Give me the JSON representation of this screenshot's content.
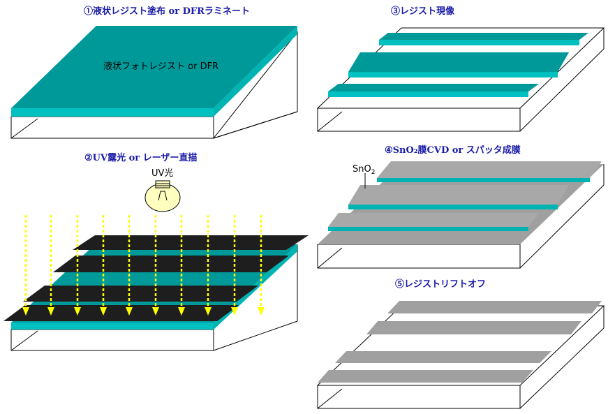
{
  "steps": [
    {
      "title": "①液状レジスト塗布 or DFRラミネート"
    },
    {
      "title": "②UV露光 or レーザー直描"
    },
    {
      "title": "③レジスト現像"
    },
    {
      "title": "④SnO₂膜CVD or スパッタ成膜"
    },
    {
      "title": "⑤レジストリフトオフ"
    }
  ],
  "labels": {
    "resist_layer": "液状フォトレジスト or DFR",
    "uv_light": "UV光",
    "sno2": "SnO",
    "sno2_sub": "2"
  },
  "colors": {
    "title": "#1a1aa8",
    "resist": "#009999",
    "resist_light": "#00c0c0",
    "mask": "#1e1e1e",
    "arrow": "#ffff00",
    "film": "#a0a0a0",
    "bulb": "#ffffc0"
  }
}
